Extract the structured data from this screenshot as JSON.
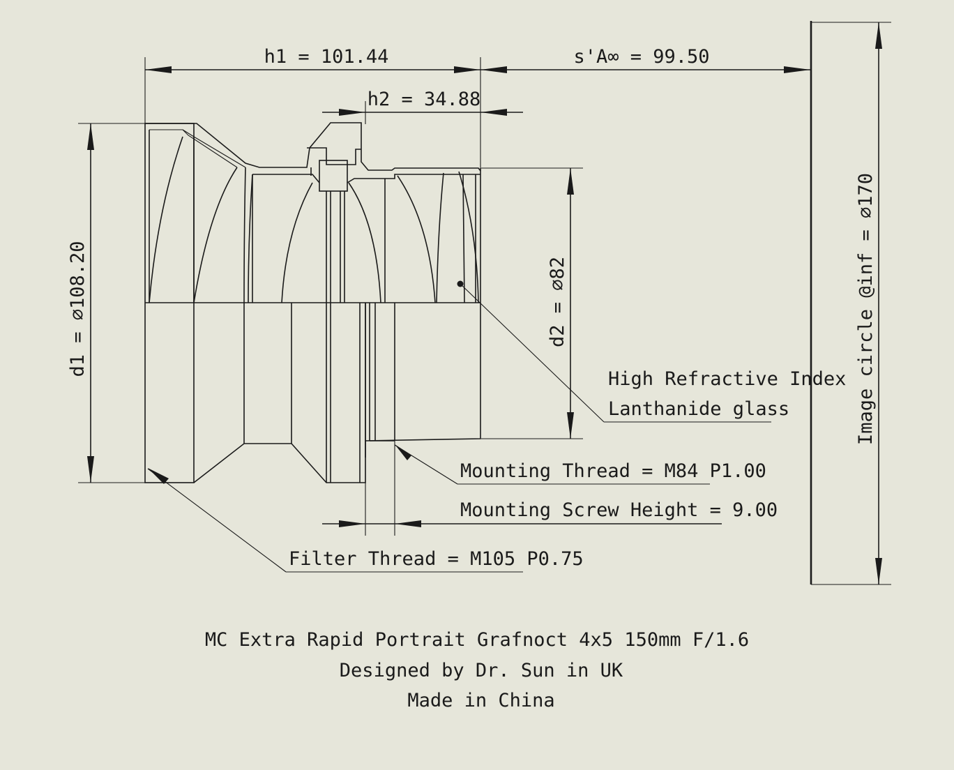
{
  "dimensions": {
    "h1": "h1 = 101.44",
    "h2": "h2 = 34.88",
    "back_focus": "s'A∞ = 99.50",
    "d1": "d1 = ∅108.20",
    "d2": "d2 = ∅82",
    "image_circle": "Image circle @inf = ∅170"
  },
  "notes": {
    "glass_line1": "High Refractive Index",
    "glass_line2": "Lanthanide glass",
    "mounting_thread": "Mounting Thread = M84 P1.00",
    "mounting_screw_height": "Mounting Screw Height = 9.00",
    "filter_thread": "Filter Thread = M105 P0.75"
  },
  "title_block": {
    "line1": "MC Extra Rapid Portrait Grafnoct 4x5 150mm F/1.6",
    "line2": "Designed by Dr. Sun in UK",
    "line3": "Made in China"
  },
  "colors": {
    "background": "#e6e6da",
    "ink": "#1a1a1a"
  }
}
